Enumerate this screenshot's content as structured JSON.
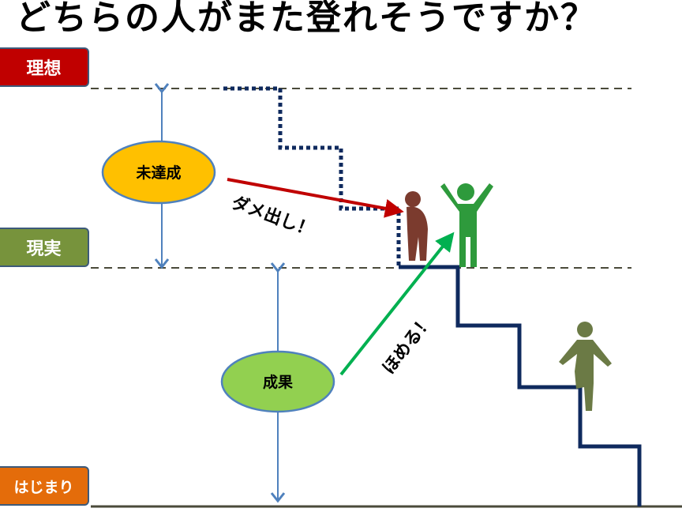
{
  "title": "どちらの人がまた登れそうですか？",
  "levels": {
    "ideal": "理想",
    "reality": "現実",
    "start": "はじまり"
  },
  "ellipses": {
    "unachieved": "未達成",
    "results": "成果"
  },
  "arrows": {
    "criticize": "ダメ出し！",
    "praise": "ほめる！"
  },
  "colors": {
    "ideal": "#c00000",
    "reality": "#77933c",
    "start": "#e46c0a",
    "unachieved": "#ffc000",
    "results": "#92d050",
    "stairs": "#0f2a5e"
  }
}
